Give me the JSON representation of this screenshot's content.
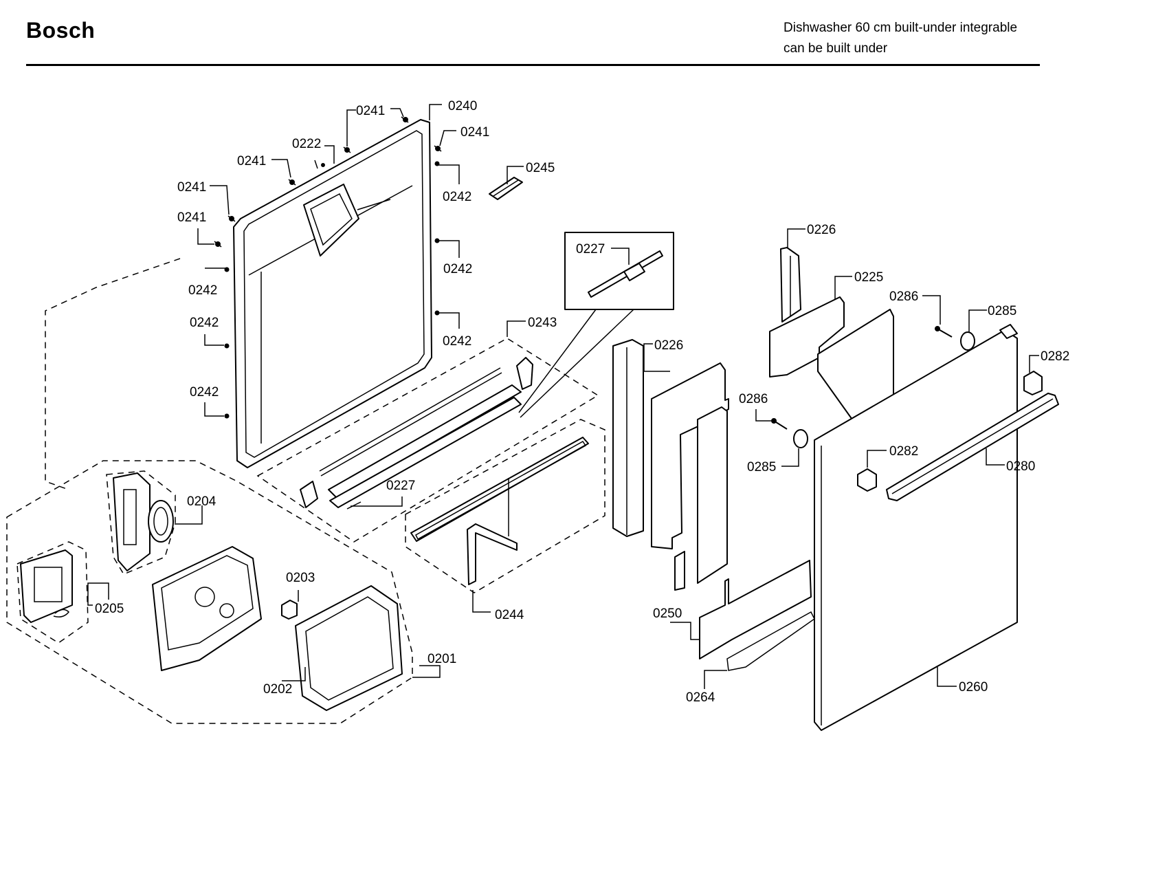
{
  "header": {
    "brand": "Bosch",
    "title_line1": "Dishwasher 60 cm built-under integrable",
    "title_line2": "can be built under"
  },
  "parts": {
    "p0201": "0201",
    "p0202": "0202",
    "p0203": "0203",
    "p0204": "0204",
    "p0205": "0205",
    "p0222": "0222",
    "p0225": "0225",
    "p0226": "0226",
    "p0227": "0227",
    "p0240": "0240",
    "p0241": "0241",
    "p0242": "0242",
    "p0243": "0243",
    "p0244": "0244",
    "p0245": "0245",
    "p0250": "0250",
    "p0260": "0260",
    "p0264": "0264",
    "p0280": "0280",
    "p0282": "0282",
    "p0285": "0285",
    "p0286": "0286"
  }
}
